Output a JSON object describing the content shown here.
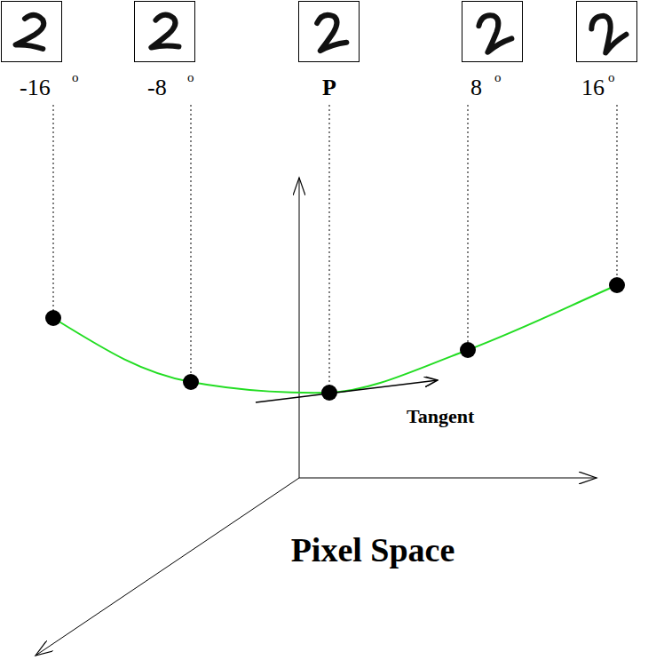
{
  "diagram": {
    "labels": [
      "-16",
      "o",
      "-8",
      "o",
      "P",
      "8",
      "o",
      "16",
      "o",
      "Tangent",
      "Pixel Space"
    ]
  }
}
